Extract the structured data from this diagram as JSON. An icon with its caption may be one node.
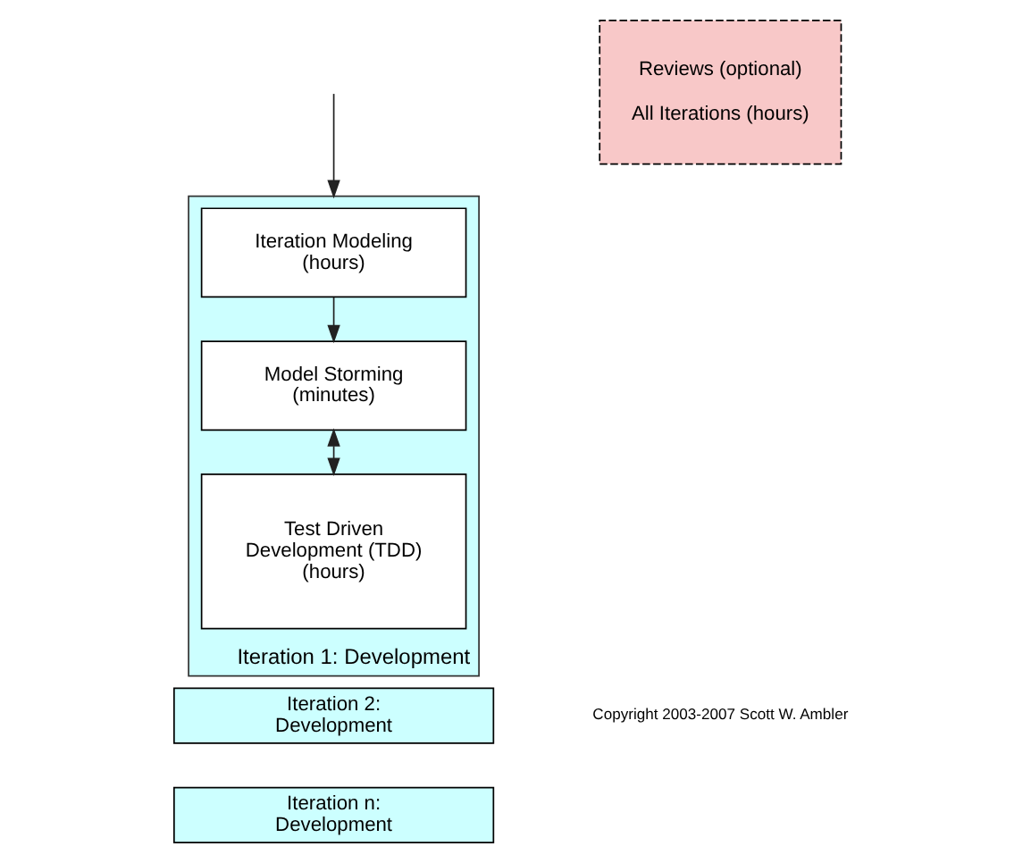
{
  "diagram": {
    "nodes": [
      {
        "text": [
          "Iteration 1: Development"
        ]
      },
      {
        "text": [
          "Iteration Modeling (hours)"
        ],
        "in": 0
      },
      {
        "text": [
          "Model Storming (minutes)"
        ],
        "in": 0
      },
      {
        "text": [
          "Test Driven Development (TDD) (hours)"
        ],
        "in": 0
      },
      {
        "text": [
          "Iteration 2: Development"
        ]
      },
      {
        "text": [
          "Iteration n: Development"
        ]
      },
      {
        "text": [
          "Reviews (optional)",
          "All Iterations (hours)"
        ]
      }
    ],
    "edges": [
      {
        "from": null,
        "to": 0,
        "arrow": "to"
      },
      {
        "from": 1,
        "to": 2,
        "arrow": "to"
      },
      {
        "from": 2,
        "to": 3,
        "arrow": "both"
      }
    ],
    "labels": [
      "Copyright 2003-2007 Scott W. Ambler"
    ]
  }
}
